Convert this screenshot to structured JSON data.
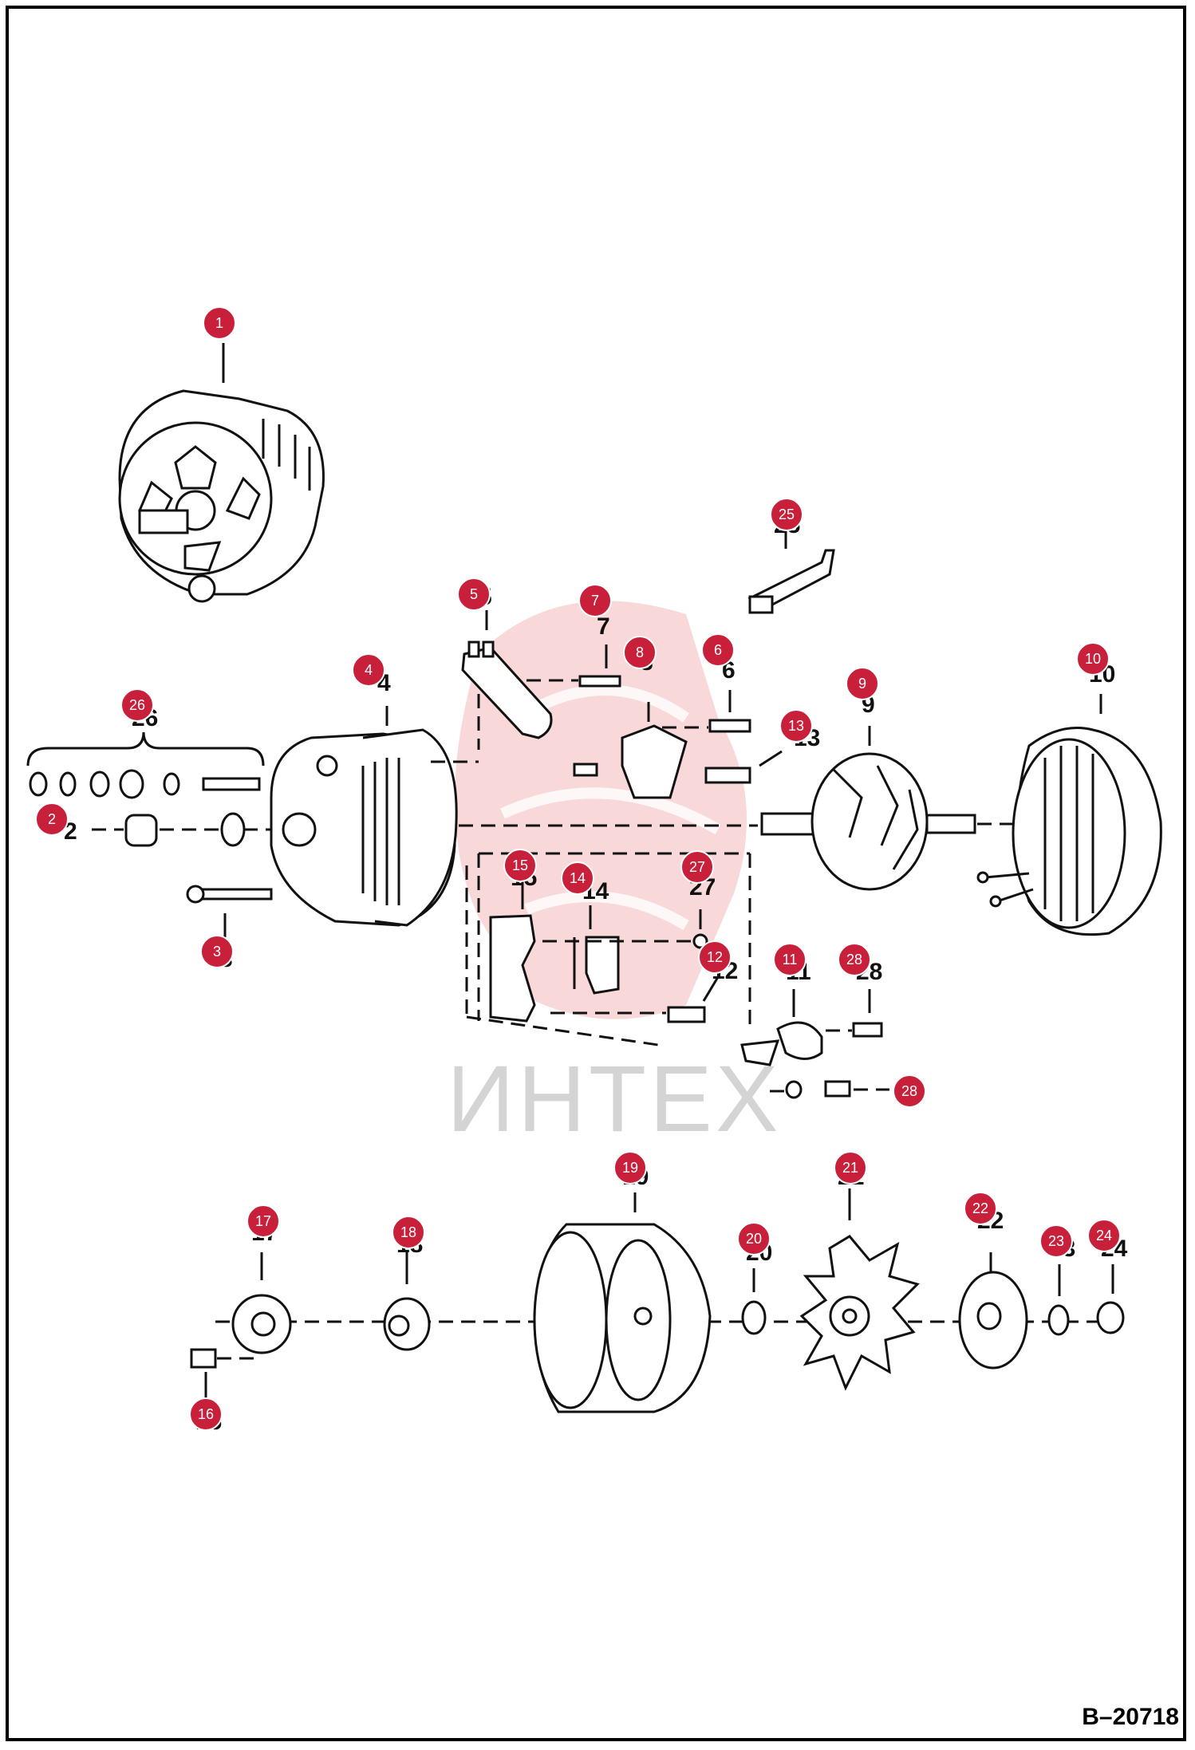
{
  "drawing_id": "B–20718",
  "watermark_text": "ИНТЕХ",
  "callout_color": "#c8203a",
  "printed_labels": [
    "26",
    "2",
    "4",
    "5",
    "7",
    "6",
    "8",
    "9",
    "10",
    "13",
    "14",
    "15",
    "27",
    "12",
    "11",
    "28",
    "3",
    "17",
    "18",
    "19",
    "20",
    "21",
    "22",
    "23",
    "24",
    "16",
    "25"
  ],
  "callouts": [
    "1",
    "2",
    "3",
    "4",
    "5",
    "6",
    "7",
    "8",
    "9",
    "10",
    "11",
    "12",
    "13",
    "14",
    "15",
    "16",
    "17",
    "18",
    "19",
    "20",
    "21",
    "22",
    "23",
    "24",
    "25",
    "26",
    "27",
    "28",
    "28"
  ]
}
